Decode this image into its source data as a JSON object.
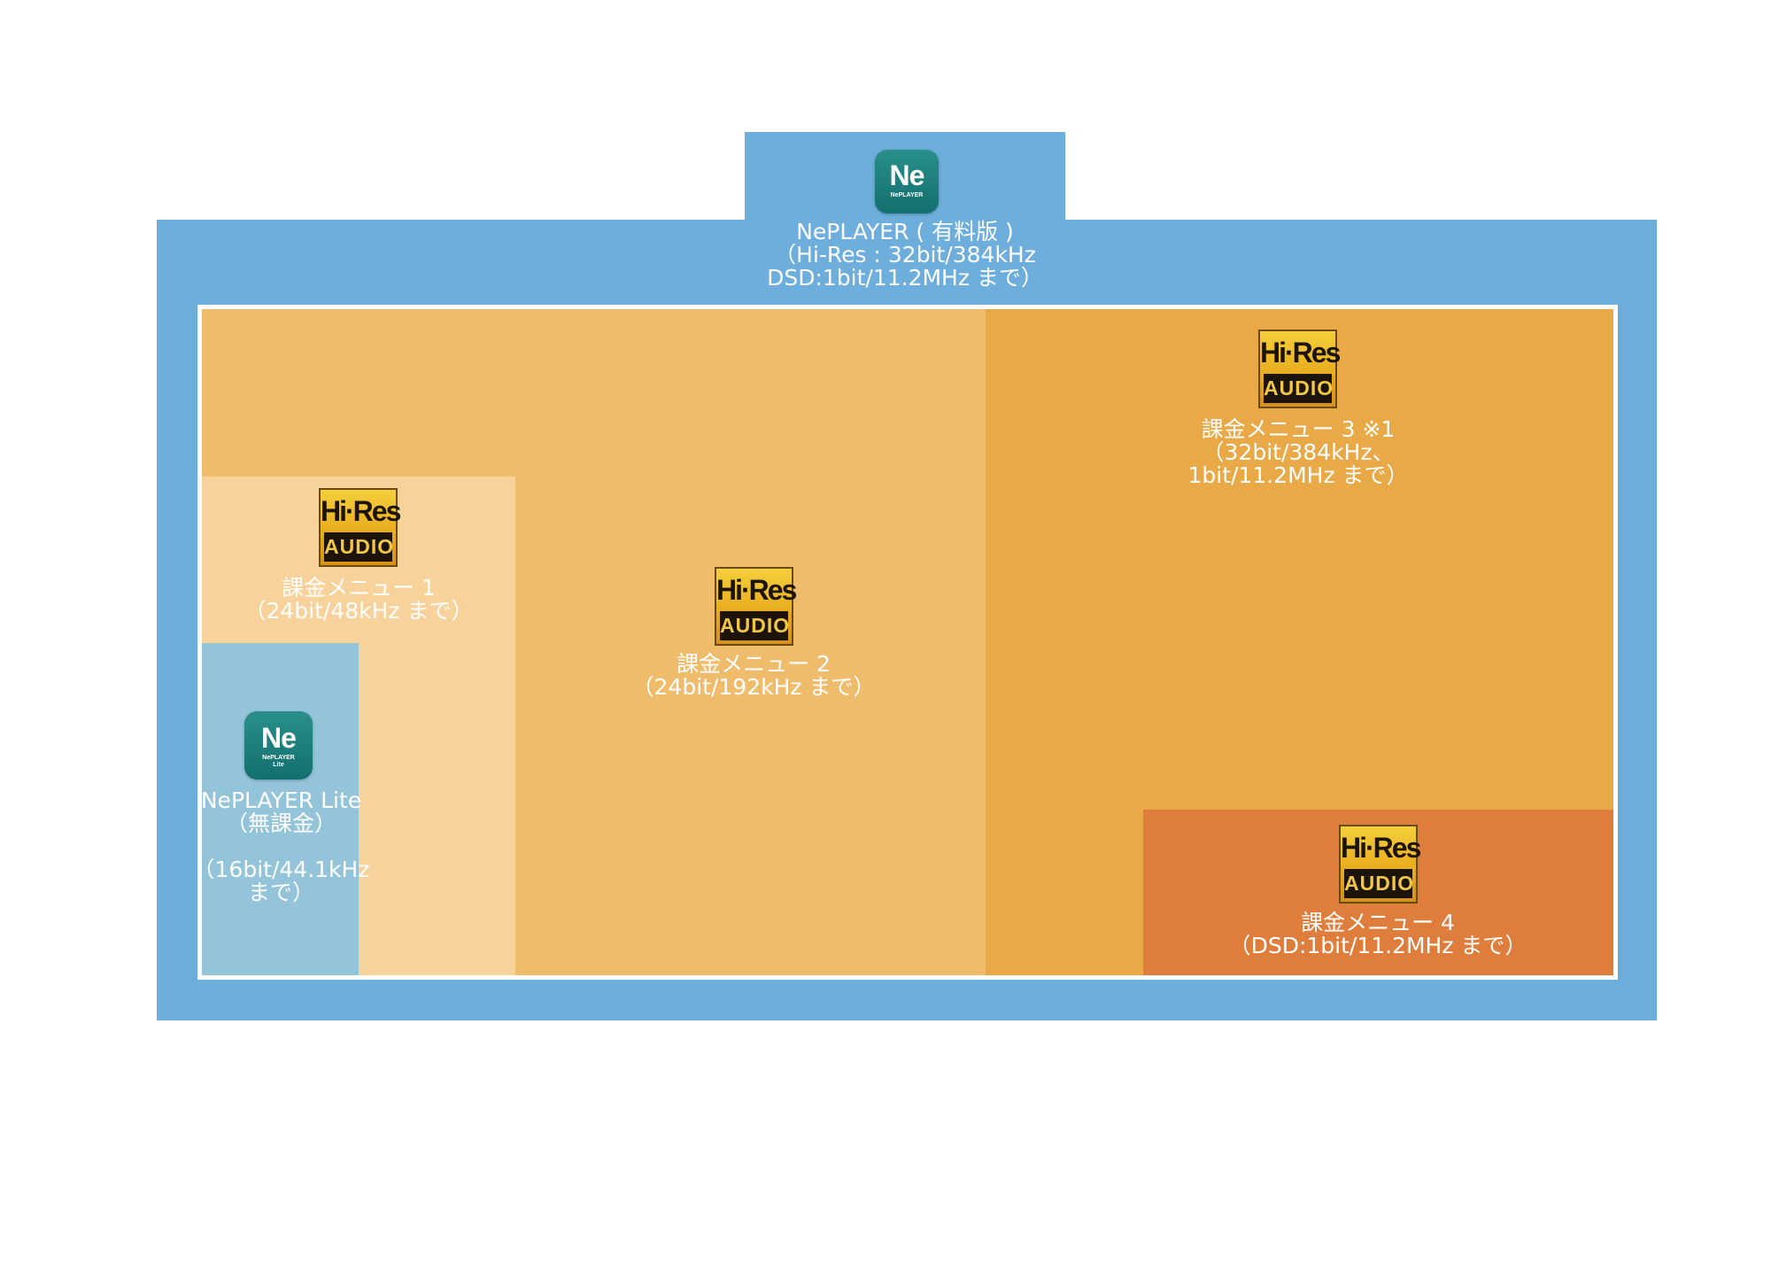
{
  "outer": {
    "title": "NePLAYER ( 有料版 )",
    "line2": "（Hi-Res : 32bit/384kHz",
    "line3": "DSD:1bit/11.2MHz まで）",
    "icon_main": "Ne",
    "icon_sub": "NePLAYER"
  },
  "lite": {
    "title": "NePLAYER Lite",
    "line2": "（無課金）",
    "line3": "（16bit/44.1kHz",
    "line4": "まで）",
    "icon_main": "Ne",
    "icon_sub1": "NePLAYER",
    "icon_sub2": "Lite"
  },
  "menu1": {
    "title": "課金メニュー 1",
    "line2": "（24bit/48kHz まで）"
  },
  "menu2": {
    "title": "課金メニュー 2",
    "line2": "（24bit/192kHz まで）"
  },
  "menu3": {
    "title": "課金メニュー 3 ※1",
    "line2": "（32bit/384kHz、",
    "line3": "1bit/11.2MHz まで）"
  },
  "menu4": {
    "title": "課金メニュー 4",
    "line2": "（DSD:1bit/11.2MHz まで）"
  },
  "hires_badge": {
    "top": "Hi·Res",
    "bottom": "AUDIO"
  },
  "colors": {
    "blue_outer": "#6daedc",
    "blue_lite": "#93c4da",
    "orange_menu1": "#f7d39b",
    "orange_menu2": "#efbc6c",
    "orange_menu3": "#e9a946",
    "orange_menu4": "#df7d3d"
  }
}
